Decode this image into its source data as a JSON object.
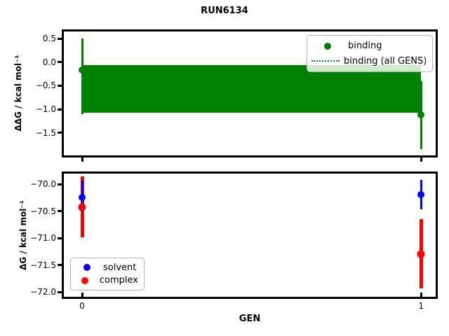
{
  "title": "RUN6134",
  "colors": {
    "binding": "#008000",
    "solvent": "#0000ff",
    "complex": "#ff0000",
    "axes": "#000000",
    "legend_border": "#b4b4b4"
  },
  "chart_data": [
    {
      "type": "scatter",
      "title": "RUN6134",
      "ylabel": "ΔΔG / kcal mol⁻¹",
      "xlabel": "",
      "ylim": [
        -1.98,
        0.65
      ],
      "xlim": [
        -0.054,
        1.043
      ],
      "grid": false,
      "yticks": [
        {
          "v": 0.5,
          "label": "0.5"
        },
        {
          "v": 0.0,
          "label": "0.0"
        },
        {
          "v": -0.5,
          "label": "−0.5"
        },
        {
          "v": -1.0,
          "label": "−1.0"
        },
        {
          "v": -1.5,
          "label": "−1.5"
        }
      ],
      "xticks": [
        {
          "v": 0,
          "label": ""
        },
        {
          "v": 1,
          "label": ""
        }
      ],
      "band": {
        "name": "binding (all GENS)",
        "hi": -0.07,
        "lo": -1.07,
        "center": -0.57,
        "color": "#008000",
        "edge_style": "dotted"
      },
      "series": [
        {
          "name": "binding",
          "color": "#008000",
          "marker": "circle",
          "points": [
            {
              "x": 0,
              "y": -0.17,
              "ylo": -1.1,
              "yhi": 0.5
            },
            {
              "x": 1,
              "y": -1.12,
              "ylo": -1.84,
              "yhi": -0.4
            }
          ]
        }
      ],
      "legend": {
        "position": "upper right",
        "entries": [
          {
            "label": "binding",
            "glyph": "dot",
            "color": "#008000"
          },
          {
            "label": "binding (all GENS)",
            "glyph": "dotted-line",
            "color": "#008000"
          }
        ]
      }
    },
    {
      "type": "scatter",
      "title": "",
      "ylabel": "ΔG / kcal mol⁻¹",
      "xlabel": "GEN",
      "ylim": [
        -72.09,
        -69.8
      ],
      "xlim": [
        -0.054,
        1.043
      ],
      "grid": false,
      "yticks": [
        {
          "v": -70.0,
          "label": "−70.0"
        },
        {
          "v": -70.5,
          "label": "−70.5"
        },
        {
          "v": -71.0,
          "label": "−71.0"
        },
        {
          "v": -71.5,
          "label": "−71.5"
        },
        {
          "v": -72.0,
          "label": "−72.0"
        }
      ],
      "xticks": [
        {
          "v": 0,
          "label": "0"
        },
        {
          "v": 1,
          "label": "1"
        }
      ],
      "series": [
        {
          "name": "complex",
          "color": "#ff0000",
          "marker": "circle",
          "points": [
            {
              "x": 0,
              "y": -70.42,
              "ylo": -70.99,
              "yhi": -69.85
            },
            {
              "x": 1,
              "y": -71.29,
              "ylo": -71.93,
              "yhi": -70.64
            }
          ]
        },
        {
          "name": "solvent",
          "color": "#0000ff",
          "marker": "circle",
          "points": [
            {
              "x": 0,
              "y": -70.24,
              "ylo": -70.5,
              "yhi": -69.93
            },
            {
              "x": 1,
              "y": -70.19,
              "ylo": -70.47,
              "yhi": -69.92
            }
          ]
        }
      ],
      "legend": {
        "position": "lower left",
        "entries": [
          {
            "label": "solvent",
            "glyph": "dot",
            "color": "#0000ff"
          },
          {
            "label": "complex",
            "glyph": "dot",
            "color": "#ff0000"
          }
        ]
      }
    }
  ]
}
